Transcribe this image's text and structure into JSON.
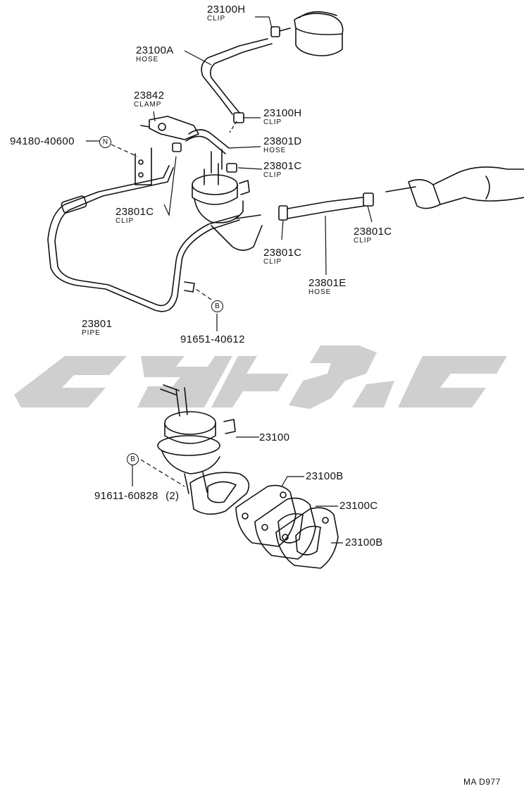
{
  "colors": {
    "line": "#111111",
    "watermark": "#cfcfcf"
  },
  "labels": {
    "p23100H_top": {
      "num": "23100H",
      "sub": "CLIP"
    },
    "p23100A": {
      "num": "23100A",
      "sub": "HOSE"
    },
    "p23842": {
      "num": "23842",
      "sub": "CLAMP"
    },
    "p23100H_mid": {
      "num": "23100H",
      "sub": "CLIP"
    },
    "p94180": {
      "num": "94180-40600"
    },
    "p23801D": {
      "num": "23801D",
      "sub": "HOSE"
    },
    "p23801C_a": {
      "num": "23801C",
      "sub": "CLIP"
    },
    "p23801C_b": {
      "num": "23801C",
      "sub": "CLIP"
    },
    "p23801C_c": {
      "num": "23801C",
      "sub": "CLIP"
    },
    "p23801C_d": {
      "num": "23801C",
      "sub": "CLIP"
    },
    "p23801E": {
      "num": "23801E",
      "sub": "HOSE"
    },
    "p23801": {
      "num": "23801",
      "sub": "PIPE"
    },
    "p91651": {
      "num": "91651-40612"
    },
    "p23100": {
      "num": "23100"
    },
    "p91611": {
      "num": "91611-60828",
      "qty": "(2)"
    },
    "p23100B_a": {
      "num": "23100B"
    },
    "p23100C": {
      "num": "23100C"
    },
    "p23100B_b": {
      "num": "23100B"
    }
  },
  "markers": {
    "N": "N",
    "B1": "B",
    "B2": "B"
  },
  "footer": {
    "code": "MA D977"
  }
}
